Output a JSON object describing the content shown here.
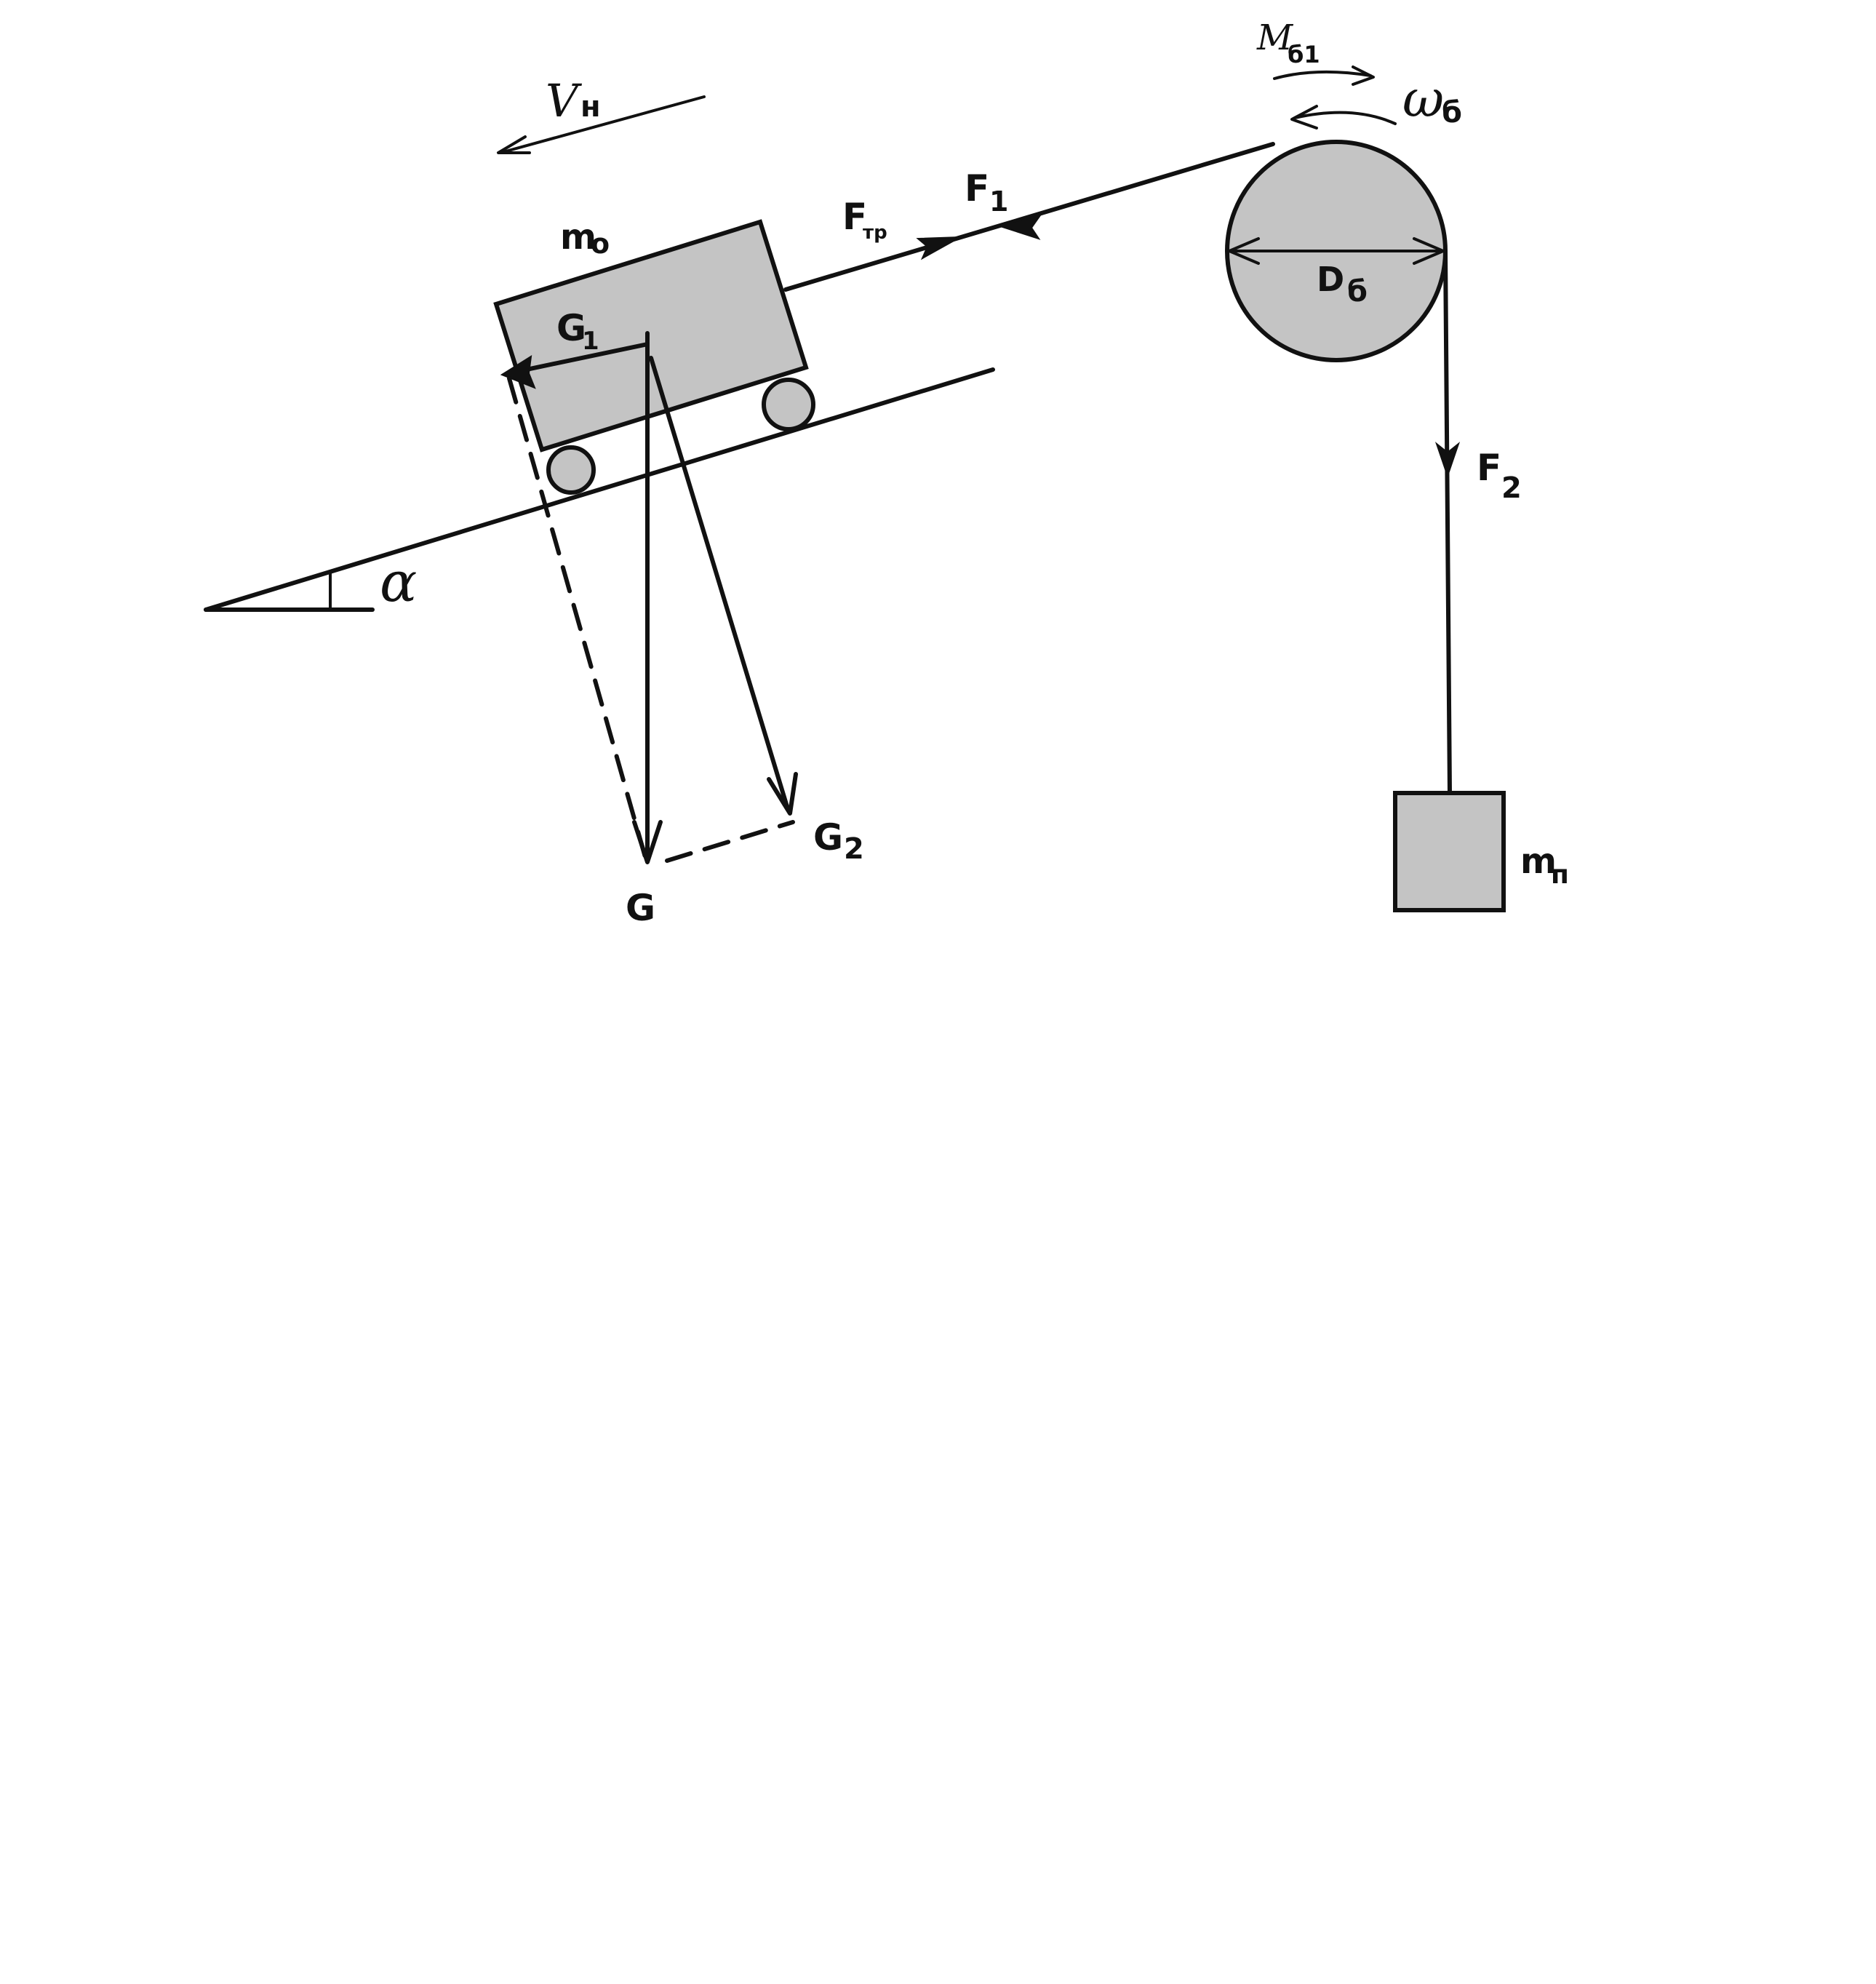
{
  "colors": {
    "ink": "#111111",
    "fill": "#c4c4c4",
    "background": "#ffffff"
  },
  "labels": {
    "velocity": {
      "main": "V",
      "sub": "н"
    },
    "cart_mass": {
      "main": "m",
      "sub": "o"
    },
    "friction": {
      "main": "F",
      "sub": "тр"
    },
    "force_1": {
      "main": "F",
      "sub": "1"
    },
    "component_1": {
      "main": "G",
      "sub": "1"
    },
    "component_2": {
      "main": "G",
      "sub": "2"
    },
    "gravity": {
      "main": "G"
    },
    "angle": {
      "main": "α"
    },
    "drum_moment": {
      "main": "M",
      "sub": "б1"
    },
    "drum_omega": {
      "main": "ω",
      "sub": "б"
    },
    "drum_diameter": {
      "main": "D",
      "sub": "б"
    },
    "force_2": {
      "main": "F",
      "sub": "2"
    },
    "load_mass": {
      "main": "m",
      "sub": "п"
    }
  }
}
